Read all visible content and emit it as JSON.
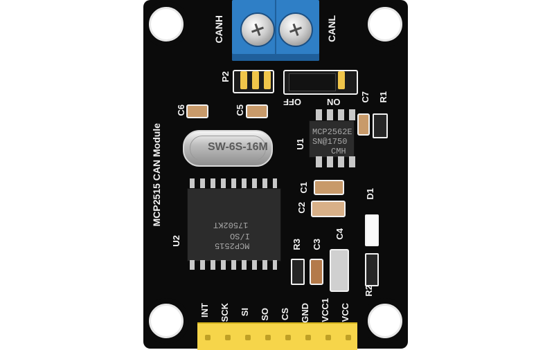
{
  "terminal_labels": {
    "left": "CANH",
    "right": "CANL"
  },
  "board_text": {
    "title": "MCP2515 CAN Module",
    "off": "OFF",
    "on": "ON",
    "p2": "P2",
    "u1": "U1",
    "u2": "U2",
    "d1": "D1",
    "r1": "R1",
    "r2": "R2",
    "r3": "R3",
    "c1": "C1",
    "c2": "C2",
    "c3": "C3",
    "c4": "C4",
    "c5": "C5",
    "c6": "C6",
    "c7": "C7"
  },
  "crystal_text": "SW-6S-16M",
  "chip_u1": {
    "line1": "MCP2562E",
    "line2": "SN@1750",
    "line3": "CMH"
  },
  "chip_u2": {
    "line1": "17502KT",
    "line2": "I/SO",
    "line3": "MCP2515"
  },
  "pin_labels": [
    "INT",
    "SCK",
    "SI",
    "SO",
    "CS",
    "GND",
    "VCC1",
    "VCC"
  ]
}
